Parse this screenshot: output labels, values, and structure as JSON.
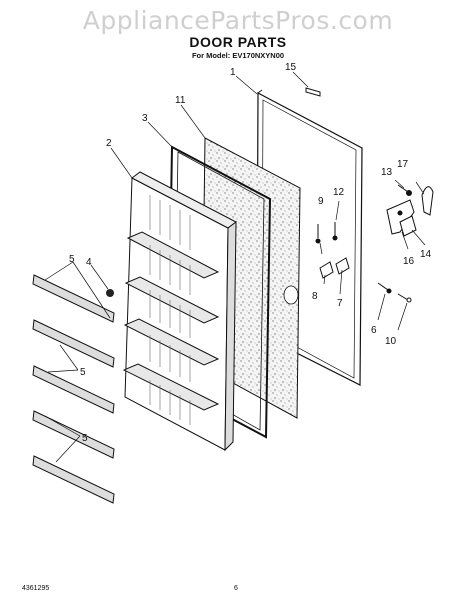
{
  "watermark": "AppliancePartsPros.com",
  "title": "DOOR PARTS",
  "model_line": "For Model: EV170NXYN00",
  "footer": {
    "doc_number": "4361295",
    "page": "6"
  },
  "callouts": {
    "c1": "1",
    "c2": "2",
    "c3": "3",
    "c4": "4",
    "c5a": "5",
    "c5b": "5",
    "c5c": "5",
    "c6": "6",
    "c7": "7",
    "c8": "8",
    "c9": "9",
    "c10": "10",
    "c11": "11",
    "c12": "12",
    "c13": "13",
    "c14": "14",
    "c15": "15",
    "c16": "16",
    "c17": "17"
  }
}
